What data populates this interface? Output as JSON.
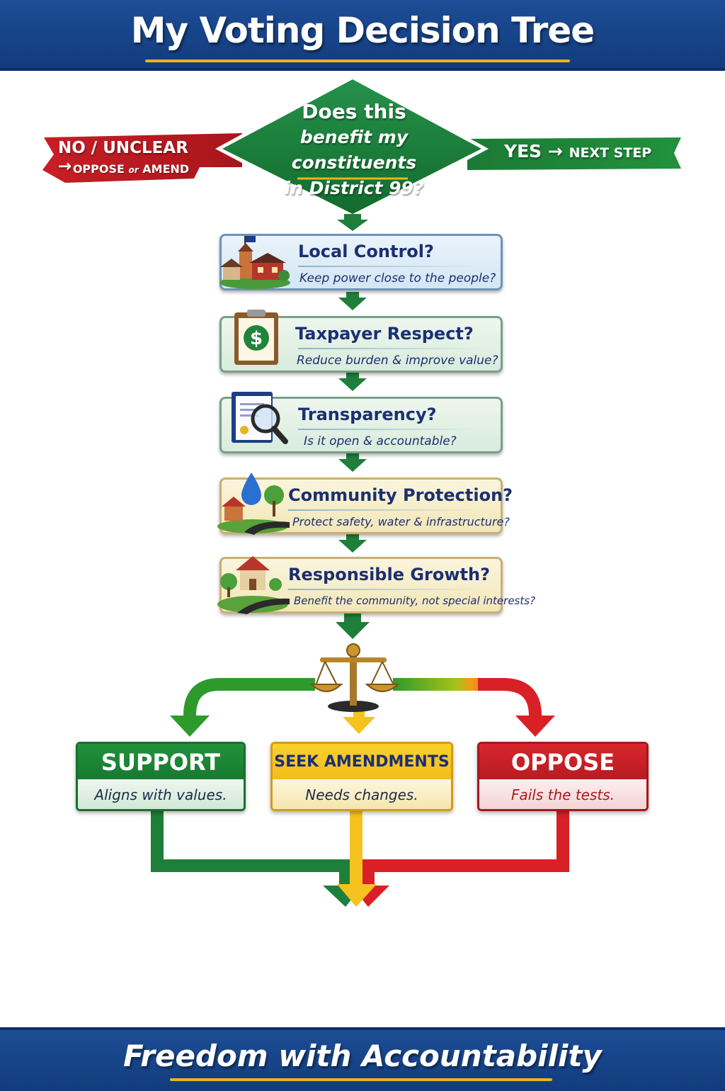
{
  "header": {
    "title": "My Voting Decision Tree"
  },
  "question": {
    "line1": "Does this",
    "line2": "benefit my constituents",
    "line3": "in District 99?"
  },
  "no_branch": {
    "label": "NO / UNCLEAR →",
    "sub_part1": "OPPOSE",
    "sub_part2": "or",
    "sub_part3": "AMEND"
  },
  "yes_branch": {
    "label_yes": "YES",
    "label_arrow": "→",
    "label_next": "NEXT STEP"
  },
  "steps": [
    {
      "title": "Local Control?",
      "subtitle": "Keep power close to the people?",
      "icon": "town-hall-icon"
    },
    {
      "title": "Taxpayer Respect?",
      "subtitle": "Reduce burden & improve value?",
      "icon": "clipboard-dollar-icon"
    },
    {
      "title": "Transparency?",
      "subtitle": "Is it open & accountable?",
      "icon": "document-magnifier-icon"
    },
    {
      "title": "Community Protection?",
      "subtitle": "Protect safety, water & infrastructure?",
      "icon": "house-water-road-icon"
    },
    {
      "title": "Responsible Growth?",
      "subtitle": "Benefit the community, not special interests?",
      "icon": "house-tree-road-icon"
    }
  ],
  "scale_icon": "balance-scale-icon",
  "outcomes": {
    "support": {
      "title": "SUPPORT",
      "desc": "Aligns with values.",
      "color": "#1a8536"
    },
    "amend": {
      "title": "SEEK AMENDMENTS",
      "desc": "Needs changes.",
      "color": "#f5c21f"
    },
    "oppose": {
      "title": "OPPOSE",
      "desc": "Fails the tests.",
      "color": "#c81e25"
    }
  },
  "footer": {
    "tagline": "Freedom with Accountability"
  },
  "colors": {
    "navy": "#1a4a90",
    "gold": "#e8b51c",
    "green": "#1e7f3a",
    "red": "#c81e25"
  }
}
